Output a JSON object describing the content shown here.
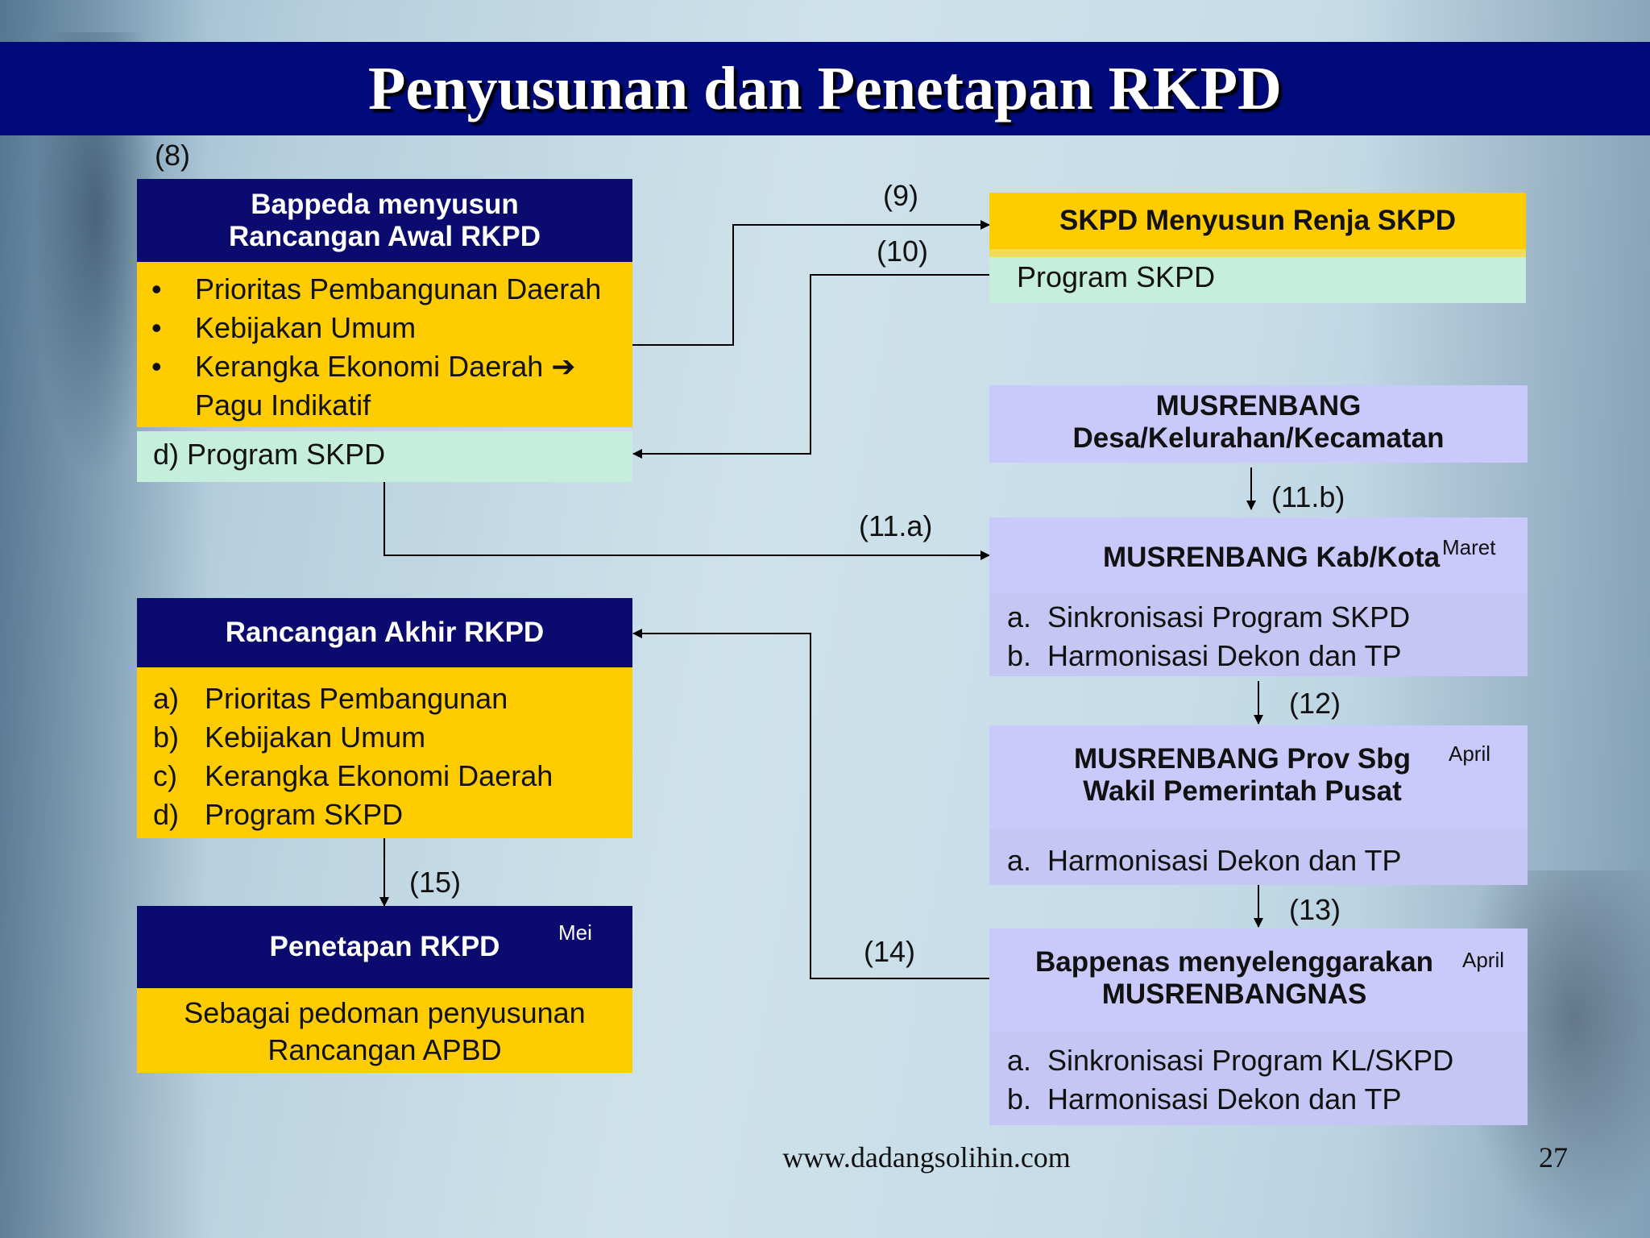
{
  "title": "Penyusunan dan Penetapan RKPD",
  "steps": {
    "s8": "(8)",
    "s9": "(9)",
    "s10": "(10)",
    "s11a": "(11.a)",
    "s11b": "(11.b)",
    "s12": "(12)",
    "s13": "(13)",
    "s14": "(14)",
    "s15": "(15)"
  },
  "bappeda": {
    "title_line1": "Bappeda menyusun",
    "title_line2": "Rancangan Awal RKPD",
    "items": [
      "Prioritas Pembangunan Daerah",
      "Kebijakan Umum",
      "Kerangka Ekonomi Daerah ➔",
      "Pagu Indikatif"
    ],
    "bullet": "•",
    "program": "d) Program SKPD"
  },
  "skpd": {
    "title": "SKPD Menyusun Renja SKPD",
    "program": "Program SKPD"
  },
  "musrenbang_desa": {
    "line1": "MUSRENBANG",
    "line2": "Desa/Kelurahan/Kecamatan"
  },
  "musrenbang_kab": {
    "title": "MUSRENBANG Kab/Kota",
    "month": "Maret",
    "items": [
      {
        "marker": "a.",
        "text": "Sinkronisasi Program SKPD"
      },
      {
        "marker": "b.",
        "text": "Harmonisasi Dekon dan TP"
      }
    ]
  },
  "musrenbang_prov": {
    "line1": "MUSRENBANG Prov Sbg",
    "line2": "Wakil Pemerintah Pusat",
    "month": "April",
    "items": [
      {
        "marker": "a.",
        "text": "Harmonisasi Dekon dan TP"
      }
    ]
  },
  "bappenas": {
    "line1": "Bappenas menyelenggarakan",
    "line2": "MUSRENBANGNAS",
    "month": "April",
    "items": [
      {
        "marker": "a.",
        "text": "Sinkronisasi Program KL/SKPD"
      },
      {
        "marker": "b.",
        "text": "Harmonisasi Dekon dan TP"
      }
    ]
  },
  "rancangan_akhir": {
    "title": "Rancangan Akhir RKPD",
    "items": [
      {
        "marker": "a)",
        "text": "Prioritas Pembangunan"
      },
      {
        "marker": "b)",
        "text": "Kebijakan Umum"
      },
      {
        "marker": "c)",
        "text": "Kerangka Ekonomi Daerah"
      },
      {
        "marker": "d)",
        "text": "Program SKPD"
      }
    ]
  },
  "penetapan": {
    "title": "Penetapan RKPD",
    "month": "Mei",
    "line1": "Sebagai pedoman penyusunan",
    "line2": "Rancangan APBD"
  },
  "footer": {
    "url": "www.dadangsolihin.com",
    "page": "27"
  }
}
